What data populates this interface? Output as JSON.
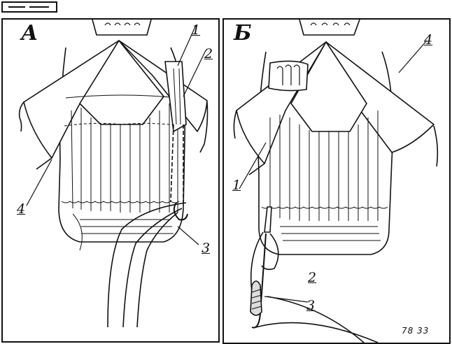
{
  "panels": [
    {
      "letter": "А",
      "callouts": [
        "1",
        "2",
        "3",
        "4"
      ]
    },
    {
      "letter": "Б",
      "callouts": [
        "4",
        "1",
        "2",
        "3"
      ]
    }
  ],
  "figure_code": "78 33"
}
